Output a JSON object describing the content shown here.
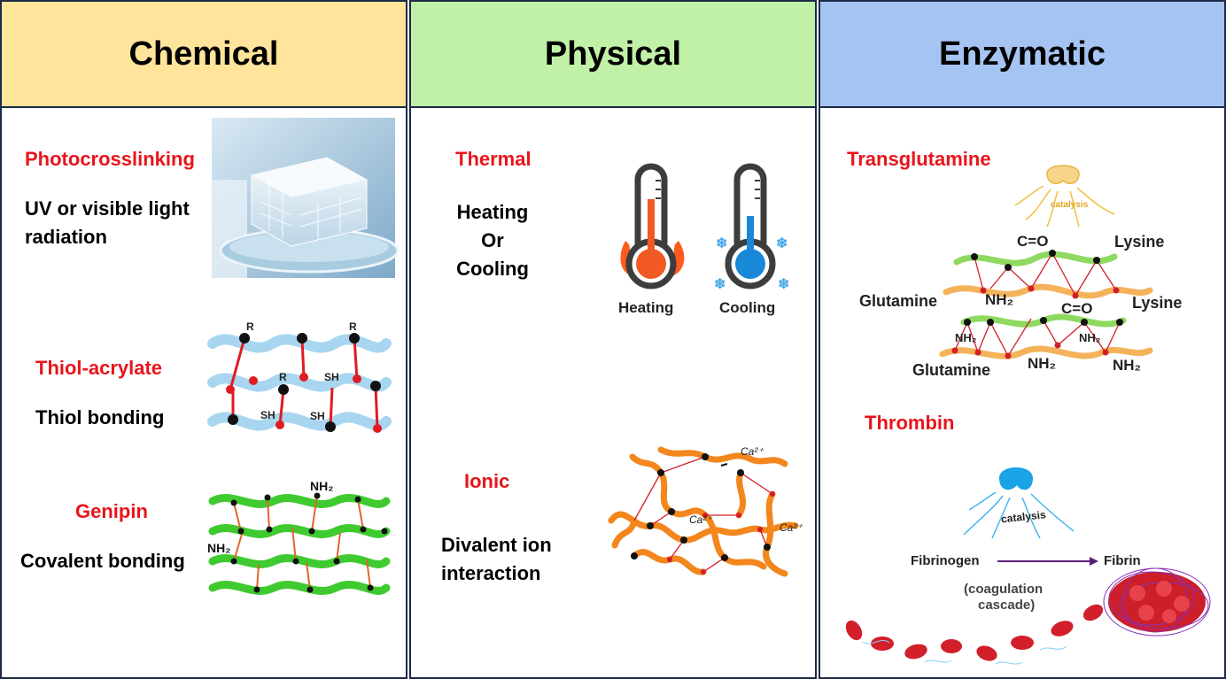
{
  "columns": [
    {
      "title": "Chemical",
      "color": "#ffe49b",
      "items": [
        {
          "name": "Photocrosslinking",
          "desc": [
            "UV or visible light",
            "radiation"
          ]
        },
        {
          "name": "Thiol-acrylate",
          "desc": [
            "Thiol bonding"
          ],
          "figure_labels": [
            "R",
            "R",
            "R",
            "SH",
            "SH",
            "SH"
          ]
        },
        {
          "name": "Genipin",
          "desc": [
            "Covalent bonding"
          ],
          "figure_labels": [
            "NH₂",
            "NH₂"
          ]
        }
      ]
    },
    {
      "title": "Physical",
      "color": "#c1f1a6",
      "items": [
        {
          "name": "Thermal",
          "desc": [
            "Heating",
            "Or",
            "Cooling"
          ],
          "figure_labels": [
            "Heating",
            "Cooling"
          ]
        },
        {
          "name": "Ionic",
          "desc": [
            "Divalent ion",
            "interaction"
          ],
          "figure_labels": [
            "Ca²⁺",
            "Ca²⁺",
            "Ca²⁺"
          ]
        }
      ]
    },
    {
      "title": "Enzymatic",
      "color": "#a5c4f2",
      "items": [
        {
          "name": "Transglutamine",
          "figure_labels": {
            "catalysis": "catalysis",
            "co1": "C=O",
            "co2": "C=O",
            "lysine1": "Lysine",
            "lysine2": "Lysine",
            "glutamine1": "Glutamine",
            "glutamine2": "Glutamine",
            "nh2_a": "NH₂",
            "nh2_b": "NH₂",
            "nh2_c": "NH₂",
            "nh2_d": "NH₂",
            "nh2_e": "NH₂"
          }
        },
        {
          "name": "Thrombin",
          "figure_labels": {
            "catalysis": "catalysis",
            "fibrinogen": "Fibrinogen",
            "fibrin": "Fibrin",
            "cascade1": "(coagulation",
            "cascade2": "cascade)"
          }
        }
      ]
    }
  ]
}
